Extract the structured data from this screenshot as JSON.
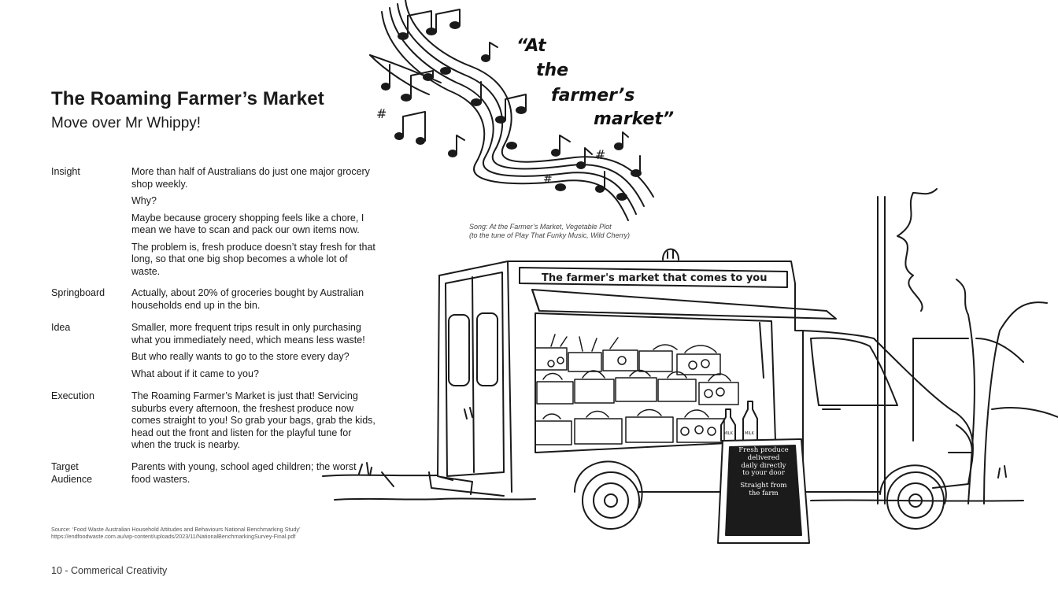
{
  "title": "The Roaming Farmer’s Market",
  "subtitle": "Move over Mr Whippy!",
  "sections": [
    {
      "label": "Insight",
      "paragraphs": [
        "More than half of Australians do just one major grocery shop weekly.",
        "Why?",
        "Maybe because grocery shopping feels like a chore, I mean we have to scan and pack our own items now.",
        "The problem is, fresh produce doesn’t stay fresh for that long, so that one big shop becomes a whole lot of waste."
      ]
    },
    {
      "label": "Springboard",
      "paragraphs": [
        "Actually, about 20% of groceries bought by Australian households end up in the bin."
      ]
    },
    {
      "label": "Idea",
      "paragraphs": [
        "Smaller, more frequent trips result in only purchasing what you immediately need, which means less waste!",
        "But who really wants to go to the store every day?",
        "What about if it came to you?"
      ]
    },
    {
      "label": "Execution",
      "paragraphs": [
        "The Roaming Farmer’s Market is just that! Servicing suburbs every afternoon, the freshest produce now comes straight to you! So grab your bags, grab the kids, head out the front and listen for the playful tune for when the truck is nearby."
      ]
    },
    {
      "label_line1": "Target",
      "label_line2": "Audience",
      "paragraphs": [
        "Parents with young, school aged children; the worst food wasters."
      ]
    }
  ],
  "source_line1": "Source: ‘Food Waste Australian Household Attitudes and Behaviours National Benchmarking Study’",
  "source_line2": "https://endfoodwaste.com.au/wp-content/uploads/2023/11/NationalBenchmarkingSurvey-Final.pdf",
  "footer": "10 - Commerical Creativity",
  "quote": {
    "l1": "“At",
    "l2": "the",
    "l3": "farmer’s",
    "l4": "market”"
  },
  "caption_line1": "Song: At the Farmer’s Market, Vegetable Plot",
  "caption_line2": "(to the tune of Play That Funky Music, Wild Cherry)",
  "truck_sign": "The farmer's market that comes to you",
  "board": {
    "line1": "Fresh produce",
    "line2": "delivered",
    "line3": "daily directly",
    "line4": "to your door",
    "line5": "Straight from",
    "line6": "the farm"
  },
  "milk_label": "MILK",
  "colors": {
    "ink": "#1a1a1a",
    "board": "#1b1b1b"
  },
  "icons": [
    "music-notes-icon",
    "food-truck-illustration",
    "chalkboard-sign-icon",
    "tree-illustration"
  ]
}
